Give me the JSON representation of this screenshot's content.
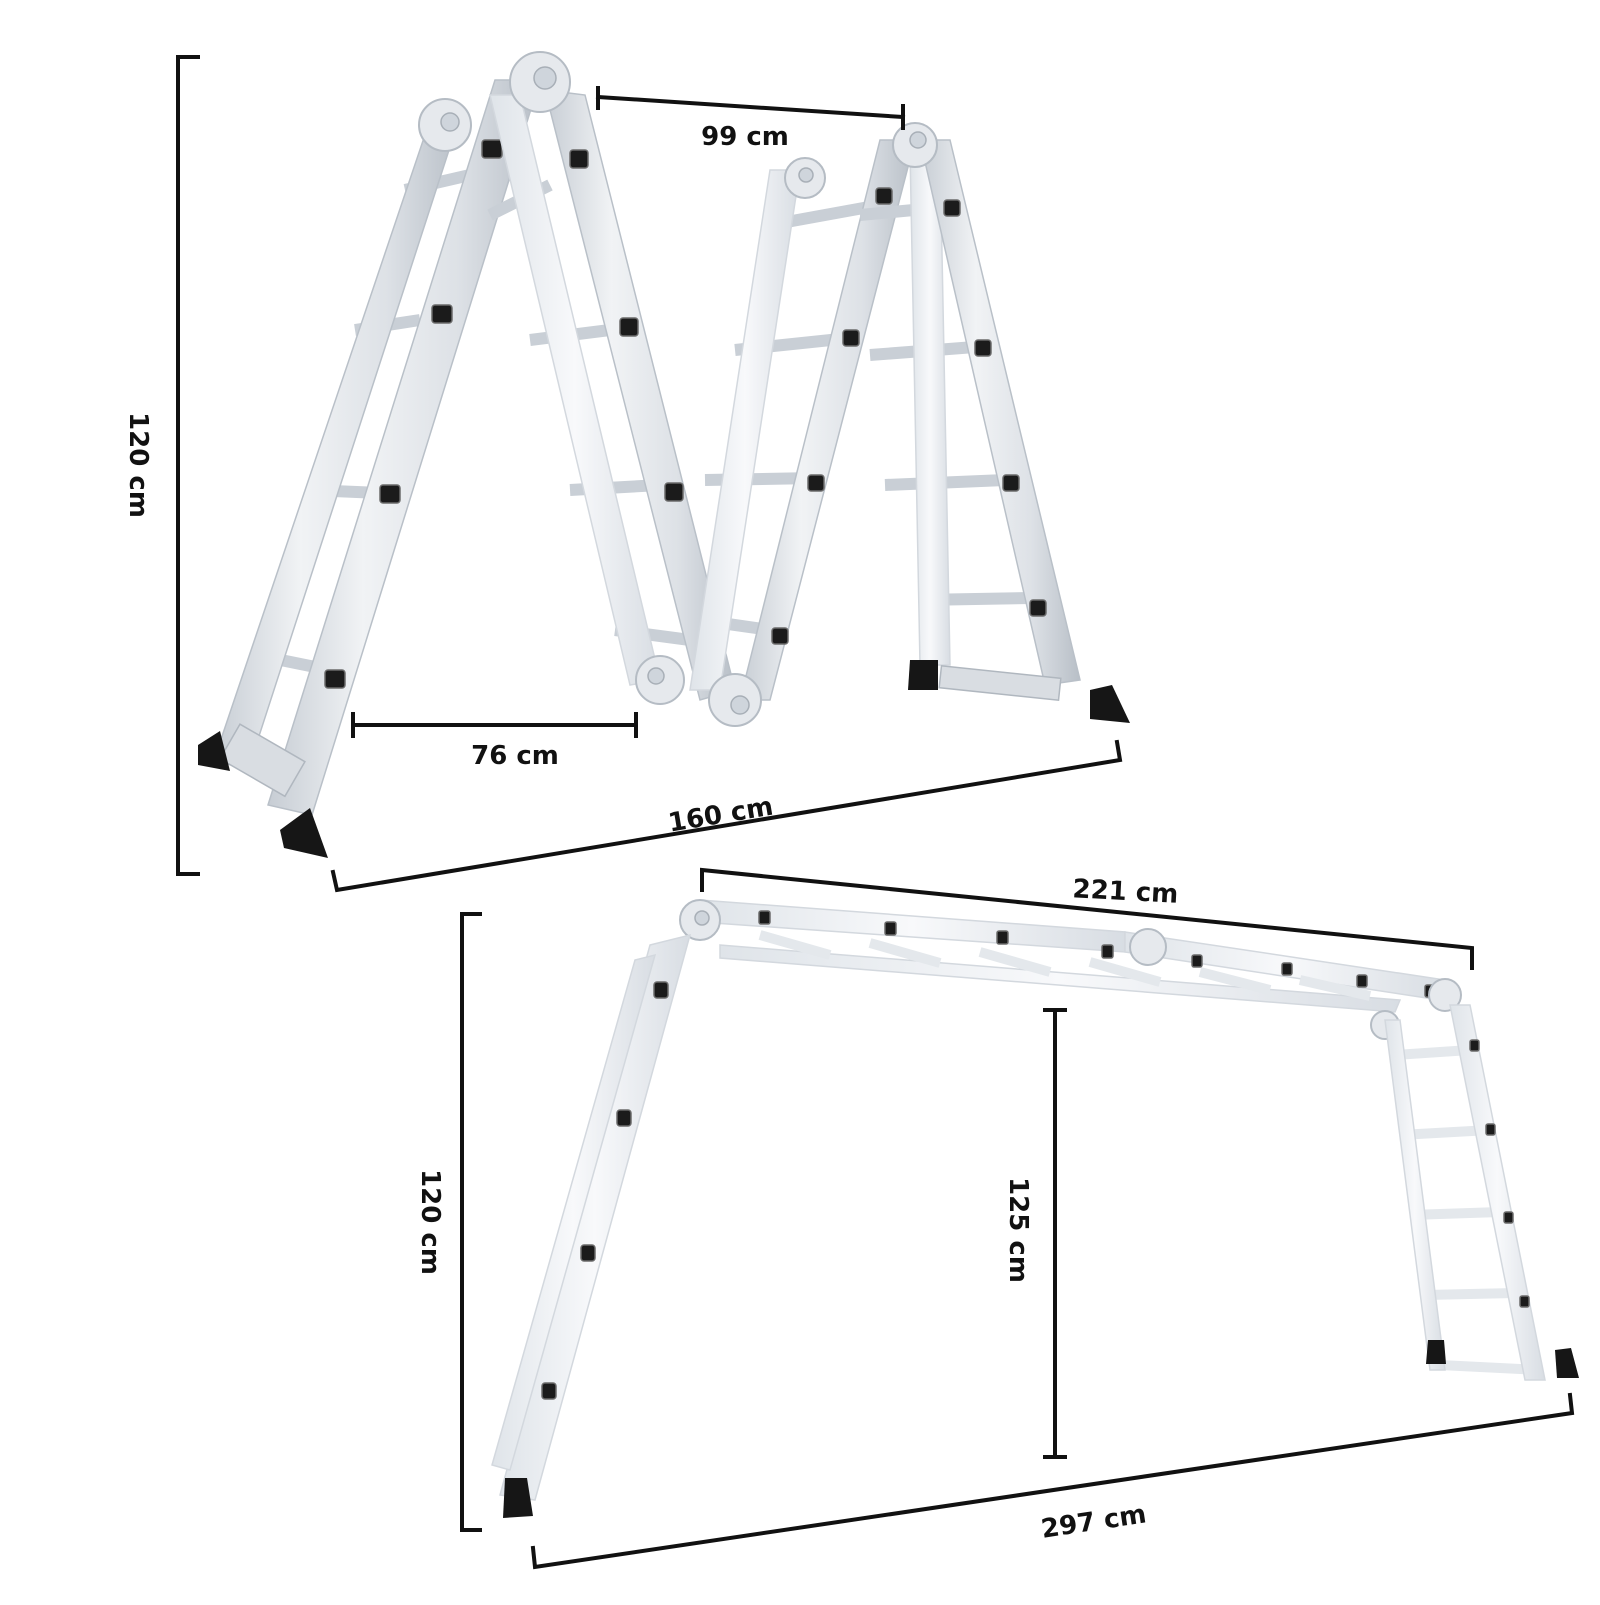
{
  "diagram": {
    "subject": "multi-purpose folding aluminium ladder",
    "colors": {
      "background": "#ffffff",
      "dimension_lines": "#111111",
      "aluminium": "#dfe3e8",
      "rubber_feet": "#161616"
    },
    "views": [
      {
        "id": "m-shape",
        "description": "Ladder folded in M (double A-frame) configuration",
        "dimensions": {
          "height": "120 cm",
          "top_span": "99 cm",
          "inner_base": "76 cm",
          "footprint_length": "160 cm"
        }
      },
      {
        "id": "scaffold",
        "description": "Ladder in scaffold / work-platform configuration",
        "dimensions": {
          "platform_length": "221 cm",
          "leg_height": "120 cm",
          "clearance_height": "125 cm",
          "footprint_length": "297 cm"
        }
      }
    ]
  }
}
